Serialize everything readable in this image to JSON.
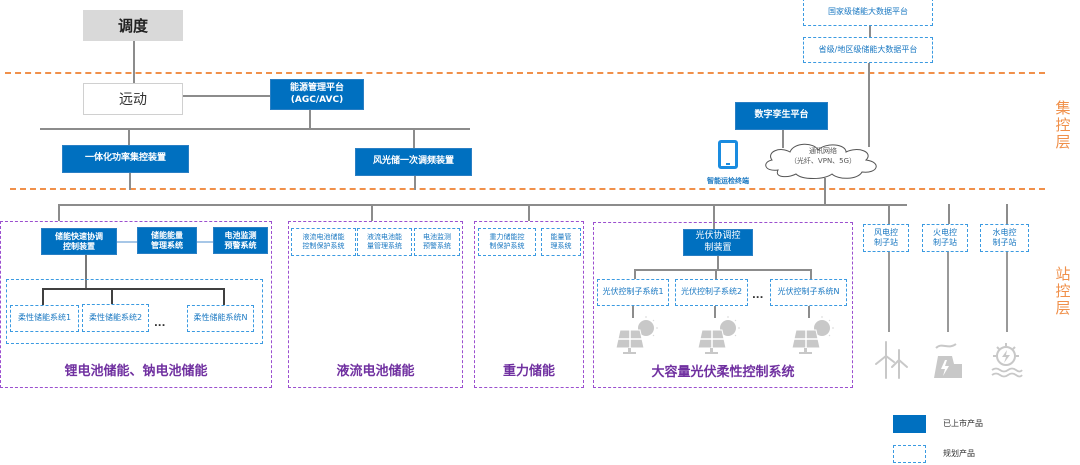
{
  "top": {
    "dispatch": "调度",
    "telecontrol": "远动",
    "energy_mgmt_platform": [
      "能源管理平台",
      "(AGC/AVC)"
    ],
    "national_bigdata": "国家级储能大数据平台",
    "provincial_bigdata": "省级/地区级储能大数据平台"
  },
  "centralized": {
    "layer_label": "集控层",
    "integrated_power": "一体化功率集控装置",
    "wind_solar_freq": "风光储一次调频装置",
    "digital_twin": "数字孪生平台",
    "terminal_label": "智能运检终端",
    "network": [
      "通讯网络",
      "（光纤、VPN、5G）"
    ]
  },
  "station": {
    "layer_label": "站控层",
    "lithium_group": {
      "title": "锂电池储能、钠电池储能",
      "devices": [
        {
          "label": [
            "储能快速协调",
            "控制装置"
          ],
          "type": "listed"
        },
        {
          "label": [
            "储能能量",
            "管理系统"
          ],
          "type": "listed"
        },
        {
          "label": [
            "电池监测",
            "预警系统"
          ],
          "type": "listed"
        }
      ],
      "subsystems": [
        "柔性储能系统1",
        "柔性储能系统2",
        "柔性储能系统N"
      ],
      "ellipsis": "..."
    },
    "flow_group": {
      "title": "液流电池储能",
      "devices": [
        {
          "label": [
            "液流电池储能",
            "控制保护系统"
          ],
          "type": "planned"
        },
        {
          "label": [
            "液流电池能",
            "量管理系统"
          ],
          "type": "planned"
        },
        {
          "label": [
            "电池监测",
            "预警系统"
          ],
          "type": "planned"
        }
      ]
    },
    "gravity_group": {
      "title": "重力储能",
      "devices": [
        {
          "label": [
            "重力储能控",
            "制保护系统"
          ],
          "type": "planned"
        },
        {
          "label": [
            "能量管",
            "理系统"
          ],
          "type": "planned"
        }
      ]
    },
    "pv_group": {
      "title": "大容量光伏柔性控制系统",
      "coordinator": [
        "光伏协调控",
        "制装置"
      ],
      "subsystems": [
        "光伏控制子系统1",
        "光伏控制子系统2",
        "光伏控制子系统N"
      ],
      "ellipsis": "..."
    },
    "substations": [
      {
        "label": [
          "风电控",
          "制子站"
        ],
        "icon": "wind-turbine-icon"
      },
      {
        "label": [
          "火电控",
          "制子站"
        ],
        "icon": "thermal-plant-icon"
      },
      {
        "label": [
          "水电控",
          "制子站"
        ],
        "icon": "hydro-plant-icon"
      }
    ]
  },
  "legend": {
    "listed": "已上市产品",
    "planned": "规划产品"
  },
  "colors": {
    "listed_fill": "#0070c0",
    "planned_border": "#3b9ae1",
    "group_border": "#9b4fcf",
    "layer_divider": "#f0904a",
    "icon_gray": "#c8c8c8"
  }
}
